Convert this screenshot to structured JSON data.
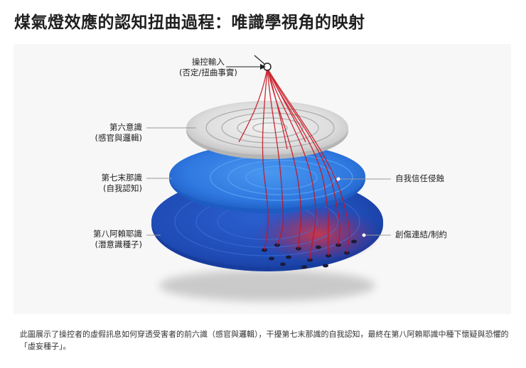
{
  "title": "煤氣燈效應的認知扭曲過程：唯識學視角的映射",
  "labels": {
    "input_line1": "操控輸入",
    "input_line2": "(否定/扭曲事實)",
    "layer6_line1": "第六意識",
    "layer6_line2": "(感官與邏輯)",
    "layer7_line1": "第七末那識",
    "layer7_line2": "(自我認知)",
    "layer8_line1": "第八阿賴耶識",
    "layer8_line2": "(潛意識種子)",
    "erosion": "自我信任侵蝕",
    "trauma": "創傷連結/制約"
  },
  "caption": "此圖展示了操控者的虛假訊息如何穿透受害者的前六識（感官與邏輯），干擾第七末那識的自我認知，最終在第八阿賴耶識中種下懷疑與恐懼的「虛妄種子」。",
  "colors": {
    "layer6": "#d8d8d8",
    "layer7": "#2f7fe6",
    "layer8": "#1f4fbf",
    "threads": "#c8141e"
  }
}
